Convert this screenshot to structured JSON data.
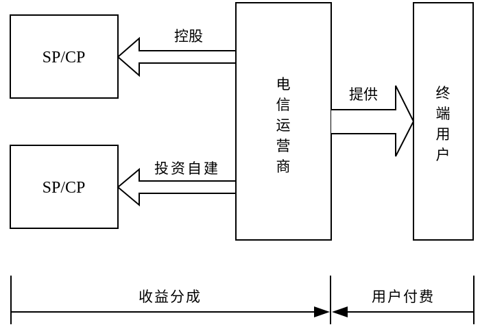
{
  "diagram": {
    "nodes": {
      "sp_cp_top": {
        "label": "SP/CP"
      },
      "sp_cp_bottom": {
        "label": "SP/CP"
      },
      "operator": {
        "label": "电信运营商",
        "chars": [
          "电",
          "信",
          "运",
          "营",
          "商"
        ]
      },
      "end_user": {
        "label": "终端用户",
        "chars": [
          "终",
          "端",
          "用",
          "户"
        ]
      }
    },
    "edges": {
      "holding": {
        "label": "控股",
        "from": "电信运营商",
        "to": "SP/CP"
      },
      "self_build": {
        "label": "投资自建",
        "from": "电信运营商",
        "to": "SP/CP"
      },
      "provide": {
        "label": "提供",
        "from": "电信运营商",
        "to": "终端用户"
      }
    },
    "bottom_scale": {
      "revenue_share": "收益分成",
      "user_payment": "用户付费"
    }
  }
}
